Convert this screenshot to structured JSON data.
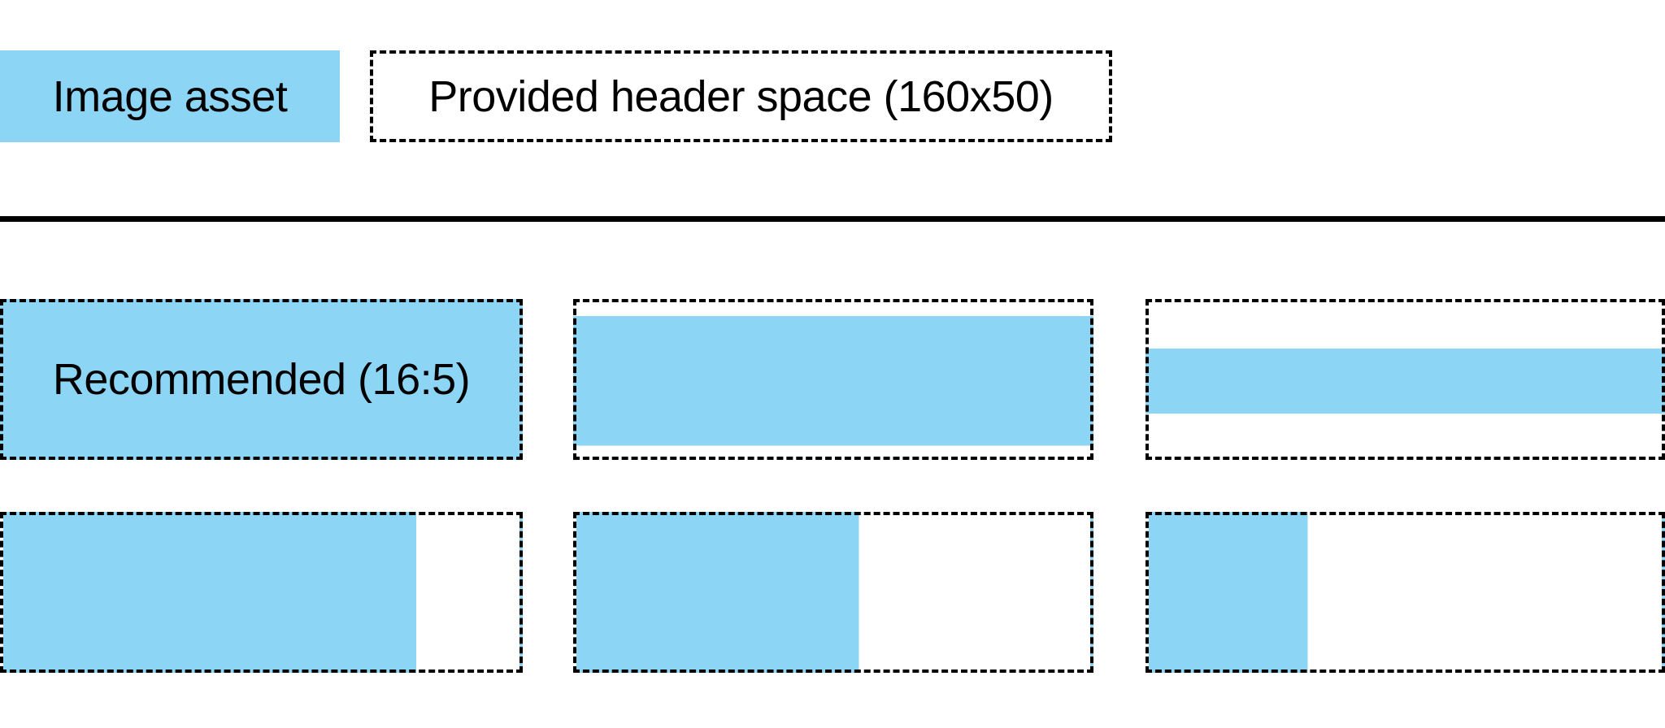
{
  "legend": {
    "image_asset_label": "Image asset",
    "header_space_label": "Provided header space (160x50)"
  },
  "header_space_size": "160x50",
  "colors": {
    "image_asset": "#8DD5F5",
    "outline": "#000000",
    "background": "#ffffff"
  },
  "examples": {
    "items": [
      {
        "id": "recommended-16-5",
        "label": "Recommended (16:5)",
        "fill": {
          "type": "full",
          "start_pct": 0,
          "end_pct": 100
        }
      },
      {
        "id": "full-width-most-height",
        "label": "",
        "fill": {
          "type": "band-vertical",
          "start_pct": 9,
          "end_pct": 93
        }
      },
      {
        "id": "full-width-thin-strip",
        "label": "",
        "fill": {
          "type": "band-vertical",
          "start_pct": 30,
          "end_pct": 72
        }
      },
      {
        "id": "full-height-80-width",
        "label": "",
        "fill": {
          "type": "band-horizontal",
          "start_pct": 0,
          "end_pct": 80
        }
      },
      {
        "id": "full-height-55-width",
        "label": "",
        "fill": {
          "type": "band-horizontal",
          "start_pct": 0,
          "end_pct": 55
        }
      },
      {
        "id": "full-height-31-width",
        "label": "",
        "fill": {
          "type": "band-horizontal",
          "start_pct": 0,
          "end_pct": 31
        }
      }
    ]
  }
}
